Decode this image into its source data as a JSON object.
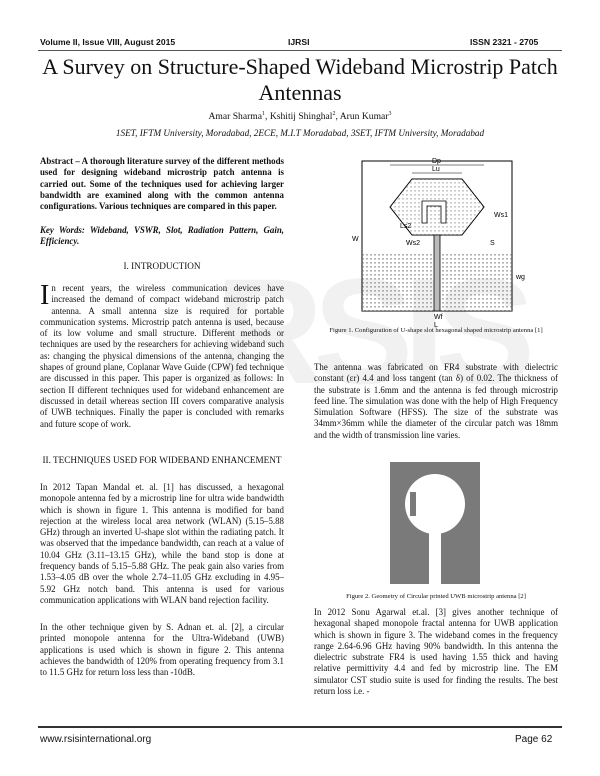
{
  "header": {
    "left": "Volume II, Issue VIII, August 2015",
    "center": "IJRSI",
    "right": "ISSN 2321 - 2705"
  },
  "watermark": "RSIS",
  "title": "A Survey on Structure-Shaped Wideband Microstrip Patch Antennas",
  "authors": [
    "Amar Sharma",
    "Kshitij Shinghal",
    "Arun Kumar"
  ],
  "affiliations": "1SET, IFTM University, Moradabad, 2ECE, M.I.T Moradabad, 3SET, IFTM University, Moradabad",
  "abstract": "Abstract – A thorough literature survey of the different methods used for designing wideband microstrip patch antenna is carried out. Some of the techniques used for achieving larger bandwidth are examined along with the common antenna configurations. Various techniques are compared in this paper.",
  "keywords": "Key Words: Wideband, VSWR, Slot, Radiation Pattern, Gain, Efficiency.",
  "sections": {
    "intro_heading": "I. INTRODUCTION",
    "intro_text": "In recent years, the wireless communication devices have increased the demand of compact wideband microstrip patch antenna. A small antenna size is required for portable communication systems. Microstrip patch antenna is used, because of its low volume and small structure. Different methods or techniques are used by the researchers for achieving wideband such as: changing the physical dimensions of the antenna, changing the shapes of ground plane, Coplanar Wave Guide (CPW) fed technique are discussed in this paper. This paper is organized as follows: In section II different techniques used for wideband enhancement are discussed in detail whereas section III covers comparative analysis of UWB techniques. Finally the paper is concluded with remarks and future scope of work.",
    "tech_heading": "II. TECHNIQUES USED FOR WIDEBAND ENHANCEMENT",
    "tech_para1": "In 2012 Tapan Mandal et. al. [1] has discussed, a hexagonal monopole antenna fed by a microstrip line for ultra wide bandwidth which is shown in figure 1. This antenna is modified for band rejection at the wireless local area network (WLAN) (5.15–5.88 GHz) through an inverted U-shape slot within the radiating patch. It was observed that the impedance bandwidth, can reach at a value of 10.04 GHz (3.11–13.15 GHz), while the band stop is done at frequency bands of 5.15–5.88 GHz. The peak gain also varies from 1.53–4.05 dB over the whole 2.74–11.05 GHz excluding in 4.95–5.92 GHz notch band. This antenna is used for various communication applications with WLAN band rejection facility.",
    "tech_para2": "In the other technique given by S. Adnan et. al. [2], a circular printed monopole antenna for the Ultra-Wideband (UWB) applications is used which is shown in figure 2. This antenna achieves the bandwidth of 120% from operating frequency from 3.1 to 11.5 GHz for return loss less than -10dB."
  },
  "figure1": {
    "caption": "Figure 1. Configuration of U-shape slot hexagonal shaped microstrip antenna [1]",
    "labels": {
      "dp": "Dp",
      "lu": "Lu",
      "ws1": "Ws1",
      "ls2": "Ls2",
      "ws2": "Ws2",
      "s": "S",
      "w": "W",
      "wg": "wg",
      "wf": "Wf",
      "l": "L"
    }
  },
  "right_para1": "The antenna was fabricated on FR4 substrate with dielectric constant (εr) 4.4 and loss tangent (tan δ) of 0.02. The thickness of the substrate is 1.6mm and the antenna is fed through microstrip feed line. The simulation was done with the help of High Frequency Simulation Software (HFSS). The size of the substrate was 34mm×36mm while the diameter of the circular patch was 18mm and the width of transmission line varies.",
  "figure2": {
    "caption": "Figure 2. Geometry of Circular printed UWB microstrip antenna [2]"
  },
  "right_para2": "In 2012 Sonu Agarwal et.al. [3] gives another technique of hexagonal shaped monopole fractal antenna for UWB application which is shown in figure 3. The wideband comes in the frequency range 2.64-6.96 GHz having 90% bandwidth. In this antenna the dielectric substrate FR4 is used having 1.55 thick and having relative permittivity 4.4 and fed by microstrip line. The EM simulator CST studio suite is used for finding the results. The best return loss i.e. -",
  "footer": {
    "left": "www.rsisinternational.org",
    "right": "Page 62"
  }
}
